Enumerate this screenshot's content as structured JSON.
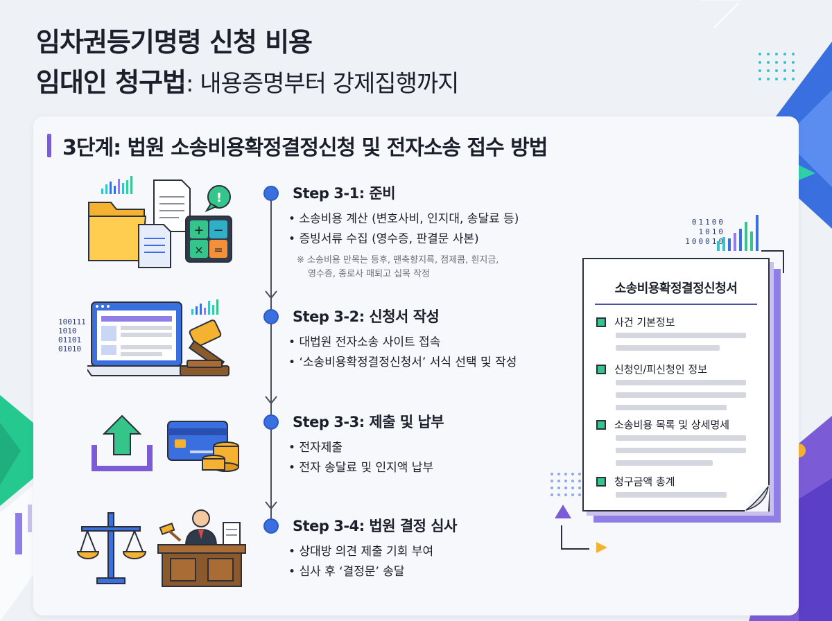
{
  "title": {
    "line1": "임차권등기명령 신청 비용",
    "line2_bold": "임대인 청구법",
    "line2_rest": ": 내용증명부터 강제집행까지"
  },
  "section_title": "3단계: 법원 소송비용확정결정신청 및 전자소송 접수 방법",
  "steps": [
    {
      "title": "Step 3-1: 준비",
      "items": [
        "소송비용 계산 (변호사비, 인지대, 송달료 등)",
        "증빙서류 수집 (영수증, 판결문 사본)"
      ],
      "note_line1": "※ 소송비용 만목는 등후, 팬축향지륵, 점제콤, 횐지금,",
      "note_line2": "영수증, 종로사 패퇴고 십목 작정"
    },
    {
      "title": "Step 3-2: 신청서 작성",
      "items": [
        "대법원 전자소송 사이트 접속",
        "‘소송비용확정결정신청서’ 서식 선택 및 작성"
      ]
    },
    {
      "title": "Step 3-3: 제출 및 납부",
      "items": [
        "전자제출",
        "전자 송달료 및 인지액 납부"
      ]
    },
    {
      "title": "Step 3-4: 법원 결정 심사",
      "items": [
        "상대방 의견 제출 기회 부여",
        "심사 후 ‘결정문’ 송달"
      ]
    }
  ],
  "document": {
    "title": "소송비용확정결정신청서",
    "items": [
      "사건 기본정보",
      "신청인/피신청인 정보",
      "소송비용 목록 및 상세명세",
      "청구금액 총계"
    ]
  },
  "binary_laptop": [
    "100111",
    "1010",
    "01101",
    "01010"
  ],
  "binary_right": [
    "01100",
    "1010",
    "100010"
  ],
  "icons": {
    "step1": [
      "folder-icon",
      "document-icon",
      "calculator-icon",
      "alert-bubble-icon",
      "bar-chart-icon"
    ],
    "step2": [
      "laptop-icon",
      "gavel-icon"
    ],
    "step3": [
      "upload-icon",
      "credit-card-icon",
      "coins-icon"
    ],
    "step4": [
      "scales-icon",
      "judge-icon",
      "bench-icon"
    ]
  },
  "colors": {
    "accent_purple": "#7c5cd6",
    "timeline_blue": "#3a6fe0",
    "check_green": "#35c48a",
    "doc_shadow": "#8e7ee6"
  }
}
